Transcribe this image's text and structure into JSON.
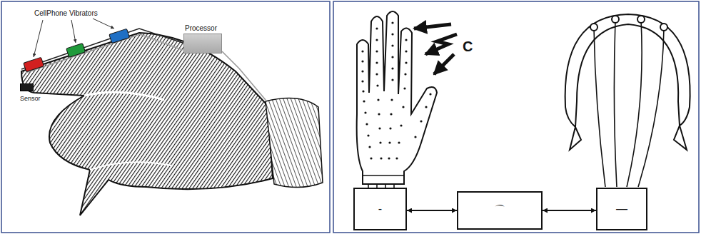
{
  "diagram": {
    "nodes": [
      {
        "text": [
          "Processor"
        ]
      },
      {
        "text": [
          "Sensor"
        ]
      },
      {
        "text": [
          "-"
        ]
      },
      {
        "text": [
          "⌒"
        ]
      },
      {
        "text": [
          "—"
        ]
      }
    ],
    "edges": [
      {
        "from": 2,
        "to": 3,
        "arrow": "both"
      },
      {
        "from": 3,
        "to": 4,
        "arrow": "both"
      }
    ],
    "labels": [
      "CellPhone Vibrators",
      "C"
    ]
  }
}
